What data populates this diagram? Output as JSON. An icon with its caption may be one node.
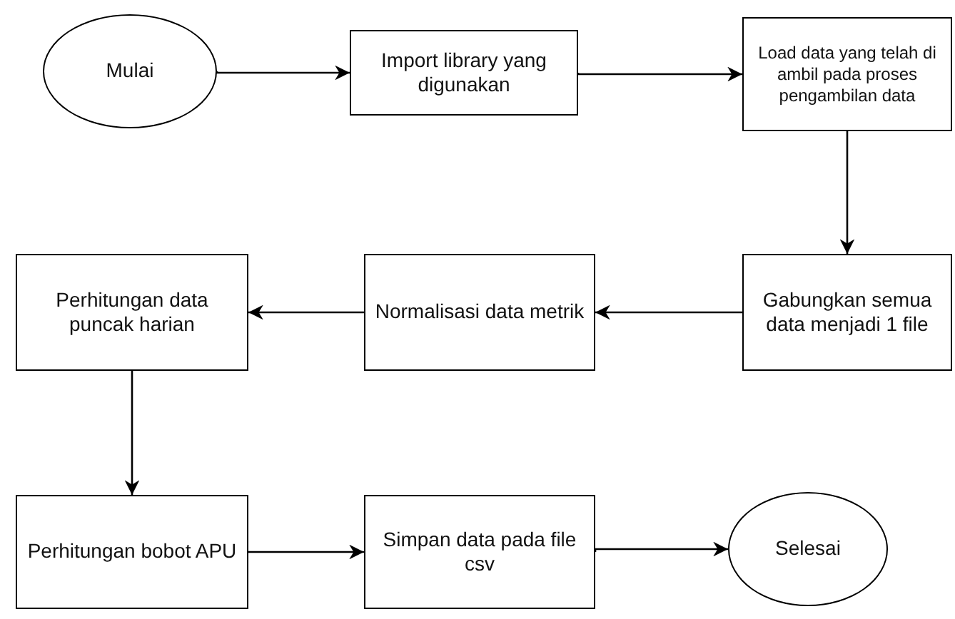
{
  "diagram": {
    "nodes": [
      {
        "text": [
          "Mulai"
        ]
      },
      {
        "text": [
          "Import library yang digunakan"
        ]
      },
      {
        "text": [
          "Load data yang telah di ambil pada proses pengambilan data"
        ]
      },
      {
        "text": [
          "Gabungkan semua data menjadi 1 file"
        ]
      },
      {
        "text": [
          "Normalisasi data metrik"
        ]
      },
      {
        "text": [
          "Perhitungan data puncak harian"
        ]
      },
      {
        "text": [
          "Perhitungan bobot APU"
        ]
      },
      {
        "text": [
          "Simpan data pada file csv"
        ]
      },
      {
        "text": [
          "Selesai"
        ]
      }
    ],
    "edges": [
      {
        "from": 0,
        "to": 1,
        "arrow": "to"
      },
      {
        "from": 1,
        "to": 2,
        "arrow": "to"
      },
      {
        "from": 2,
        "to": 3,
        "arrow": "to"
      },
      {
        "from": 3,
        "to": 4,
        "arrow": "to"
      },
      {
        "from": 4,
        "to": 5,
        "arrow": "to"
      },
      {
        "from": 5,
        "to": 6,
        "arrow": "to"
      },
      {
        "from": 6,
        "to": 7,
        "arrow": "to"
      },
      {
        "from": 7,
        "to": 8,
        "arrow": "to"
      }
    ]
  }
}
